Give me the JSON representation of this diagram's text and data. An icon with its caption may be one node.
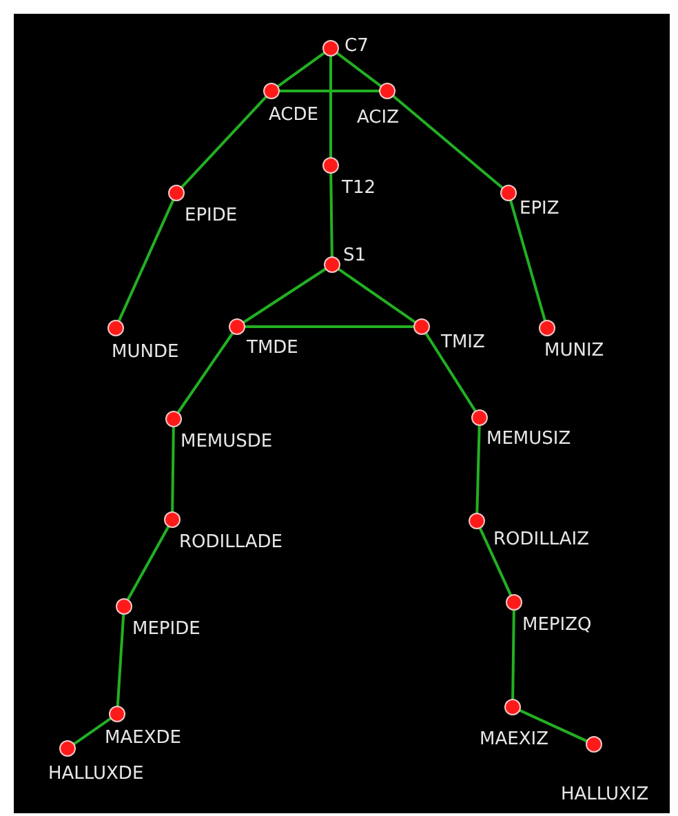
{
  "diagram": {
    "nodes": [
      {
        "text": [],
        "shape": "circle",
        "beside": [
          "C7"
        ]
      },
      {
        "text": [],
        "shape": "circle",
        "beside": [
          "ACDE"
        ]
      },
      {
        "text": [],
        "shape": "circle",
        "beside": [
          "ACIZ"
        ]
      },
      {
        "text": [],
        "shape": "circle",
        "beside": [
          "T12"
        ]
      },
      {
        "text": [],
        "shape": "circle",
        "beside": [
          "EPIDE"
        ]
      },
      {
        "text": [],
        "shape": "circle",
        "beside": [
          "EPIZ"
        ]
      },
      {
        "text": [],
        "shape": "circle",
        "beside": [
          "S1"
        ]
      },
      {
        "text": [],
        "shape": "circle",
        "beside": [
          "MUNDE"
        ]
      },
      {
        "text": [],
        "shape": "circle",
        "beside": [
          "TMDE"
        ]
      },
      {
        "text": [],
        "shape": "circle",
        "beside": [
          "TMIZ"
        ]
      },
      {
        "text": [],
        "shape": "circle",
        "beside": [
          "MUNIZ"
        ]
      },
      {
        "text": [],
        "shape": "circle",
        "beside": [
          "MEMUSDE"
        ]
      },
      {
        "text": [],
        "shape": "circle",
        "beside": [
          "MEMUSIZ"
        ]
      },
      {
        "text": [],
        "shape": "circle",
        "beside": [
          "RODILLADE"
        ]
      },
      {
        "text": [],
        "shape": "circle",
        "beside": [
          "RODILLAIZ"
        ]
      },
      {
        "text": [],
        "shape": "circle",
        "beside": [
          "MEPIDE"
        ]
      },
      {
        "text": [],
        "shape": "circle",
        "beside": [
          "MEPIZQ"
        ]
      },
      {
        "text": [],
        "shape": "circle",
        "beside": [
          "MAEXDE"
        ]
      },
      {
        "text": [],
        "shape": "circle",
        "beside": [
          "MAEXIZ"
        ]
      },
      {
        "text": [],
        "shape": "circle",
        "beside": [
          "HALLUXDE"
        ]
      },
      {
        "text": [],
        "shape": "circle",
        "beside": [
          "HALLUXIZ"
        ]
      }
    ],
    "edges": [
      {
        "from": 0,
        "to": 1,
        "arrow": "none"
      },
      {
        "from": 0,
        "to": 2,
        "arrow": "none"
      },
      {
        "from": 1,
        "to": 2,
        "arrow": "none"
      },
      {
        "from": 0,
        "to": 3,
        "arrow": "none"
      },
      {
        "from": 3,
        "to": 6,
        "arrow": "none"
      },
      {
        "from": 1,
        "to": 4,
        "arrow": "none"
      },
      {
        "from": 4,
        "to": 7,
        "arrow": "none"
      },
      {
        "from": 2,
        "to": 5,
        "arrow": "none"
      },
      {
        "from": 5,
        "to": 10,
        "arrow": "none"
      },
      {
        "from": 6,
        "to": 8,
        "arrow": "none"
      },
      {
        "from": 6,
        "to": 9,
        "arrow": "none"
      },
      {
        "from": 8,
        "to": 9,
        "arrow": "none"
      },
      {
        "from": 8,
        "to": 11,
        "arrow": "none"
      },
      {
        "from": 11,
        "to": 13,
        "arrow": "none"
      },
      {
        "from": 13,
        "to": 15,
        "arrow": "none"
      },
      {
        "from": 15,
        "to": 17,
        "arrow": "none"
      },
      {
        "from": 17,
        "to": 19,
        "arrow": "none"
      },
      {
        "from": 9,
        "to": 12,
        "arrow": "none"
      },
      {
        "from": 12,
        "to": 14,
        "arrow": "none"
      },
      {
        "from": 14,
        "to": 16,
        "arrow": "none"
      },
      {
        "from": 16,
        "to": 18,
        "arrow": "none"
      },
      {
        "from": 18,
        "to": 20,
        "arrow": "none"
      }
    ]
  }
}
